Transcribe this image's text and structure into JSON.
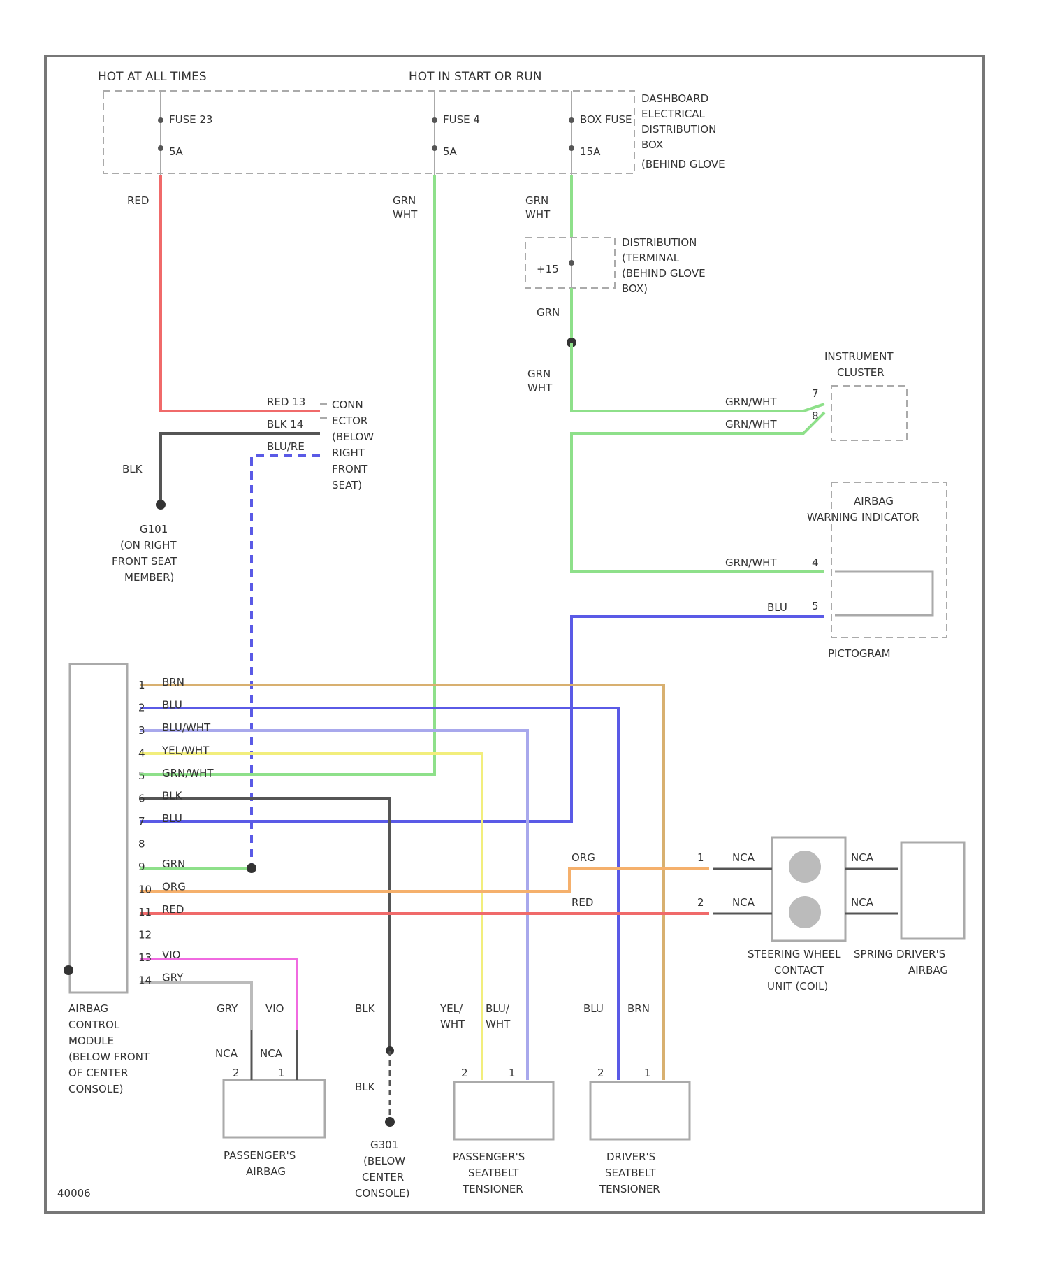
{
  "headers": {
    "hot_at_all_times": "HOT AT ALL TIMES",
    "hot_in_start_or_run": "HOT IN START OR RUN"
  },
  "fuse_box": {
    "fuse1_name": "FUSE 23",
    "fuse1_rating": "5A",
    "fuse2_name": "FUSE 4",
    "fuse2_rating": "5A",
    "fuse3_name": "BOX FUSE",
    "fuse3_rating": "15A",
    "label_lines": [
      "DASHBOARD",
      "ELECTRICAL",
      "DISTRIBUTION",
      "BOX",
      "(BEHIND GLOVE"
    ]
  },
  "dist_terminal": {
    "pin": "+15",
    "label_lines": [
      "DISTRIBUTION",
      "(TERMINAL",
      "(BEHIND GLOVE",
      "BOX)"
    ]
  },
  "wires": {
    "red": "RED",
    "grn_wht": [
      "GRN",
      "WHT"
    ],
    "grn": "GRN",
    "blk": "BLK",
    "grn_wht_a": "GRN/WHT",
    "grn_wht_b": "GRN/WHT",
    "grn_wht_c": "GRN/WHT",
    "blu": "BLU",
    "org": "ORG",
    "red2": "RED"
  },
  "connector": {
    "pins": [
      "RED 13",
      "BLK 14",
      "BLU/RE"
    ],
    "label_lines": [
      "CONN",
      "ECTOR",
      "(BELOW",
      "RIGHT",
      "FRONT",
      "SEAT)"
    ]
  },
  "ground_right": {
    "label_lines": [
      "G101",
      "(ON RIGHT",
      "FRONT SEAT",
      "MEMBER)"
    ]
  },
  "instrument_cluster": {
    "label_lines": [
      "INSTRUMENT",
      "CLUSTER"
    ],
    "pin_top": "7",
    "pin_bottom": "8"
  },
  "warning_indicator": {
    "label_lines": [
      "AIRBAG",
      "WARNING INDICATOR"
    ],
    "pin_top": "4",
    "pin_bottom": "5",
    "pictogram": "PICTOGRAM"
  },
  "module": {
    "pins": [
      {
        "num": "1",
        "wire": "BRN"
      },
      {
        "num": "2",
        "wire": "BLU"
      },
      {
        "num": "3",
        "wire": "BLU/WHT"
      },
      {
        "num": "4",
        "wire": "YEL/WHT"
      },
      {
        "num": "5",
        "wire": "GRN/WHT"
      },
      {
        "num": "6",
        "wire": "BLK"
      },
      {
        "num": "7",
        "wire": "BLU"
      },
      {
        "num": "8",
        "wire": ""
      },
      {
        "num": "9",
        "wire": "GRN"
      },
      {
        "num": "10",
        "wire": "ORG"
      },
      {
        "num": "11",
        "wire": "RED"
      },
      {
        "num": "12",
        "wire": ""
      },
      {
        "num": "13",
        "wire": "VIO"
      },
      {
        "num": "14",
        "wire": "GRY"
      }
    ],
    "label_lines": [
      "AIRBAG",
      "CONTROL",
      "MODULE",
      "(BELOW FRONT",
      "OF CENTER",
      "CONSOLE)"
    ]
  },
  "steering": {
    "nca1": "NCA",
    "nca2": "NCA",
    "nca3": "NCA",
    "nca4": "NCA",
    "pin1": "1",
    "pin2": "2",
    "coil_label_lines": [
      "STEERING WHEEL",
      "CONTACT",
      "UNIT (COIL)"
    ],
    "driver_label_lines": [
      "SPRING DRIVER'S",
      "AIRBAG"
    ]
  },
  "passenger_airbag": {
    "wire1": "GRY",
    "wire2": "VIO",
    "nca1": "NCA",
    "nca2": "NCA",
    "pin1": "2",
    "pin2": "1",
    "label_lines": [
      "PASSENGER'S",
      "AIRBAG"
    ]
  },
  "ground_center": {
    "wire1": "BLK",
    "wire2": "BLK",
    "label_lines": [
      "G301",
      "(BELOW",
      "CENTER",
      "CONSOLE)"
    ]
  },
  "pass_tensioner": {
    "wire1": [
      "YEL/",
      "WHT"
    ],
    "wire2": [
      "BLU/",
      "WHT"
    ],
    "pin1": "2",
    "pin2": "1",
    "label_lines": [
      "PASSENGER'S",
      "SEATBELT",
      "TENSIONER"
    ]
  },
  "drv_tensioner": {
    "wire1": "BLU",
    "wire2": "BRN",
    "pin1": "2",
    "pin2": "1",
    "label_lines": [
      "DRIVER'S",
      "SEATBELT",
      "TENSIONER"
    ]
  },
  "figure_id": "40006",
  "colors": {
    "red": "#f06a6a",
    "green": "#8ee08a",
    "blue": "#5a5ae6",
    "light_blue": "#a8a8ec",
    "yellow": "#f2ee7c",
    "brown": "#d8b070",
    "orange": "#f5b06c",
    "pink": "#f06ae0",
    "black": "#555555",
    "gray": "#bbbbbb"
  }
}
